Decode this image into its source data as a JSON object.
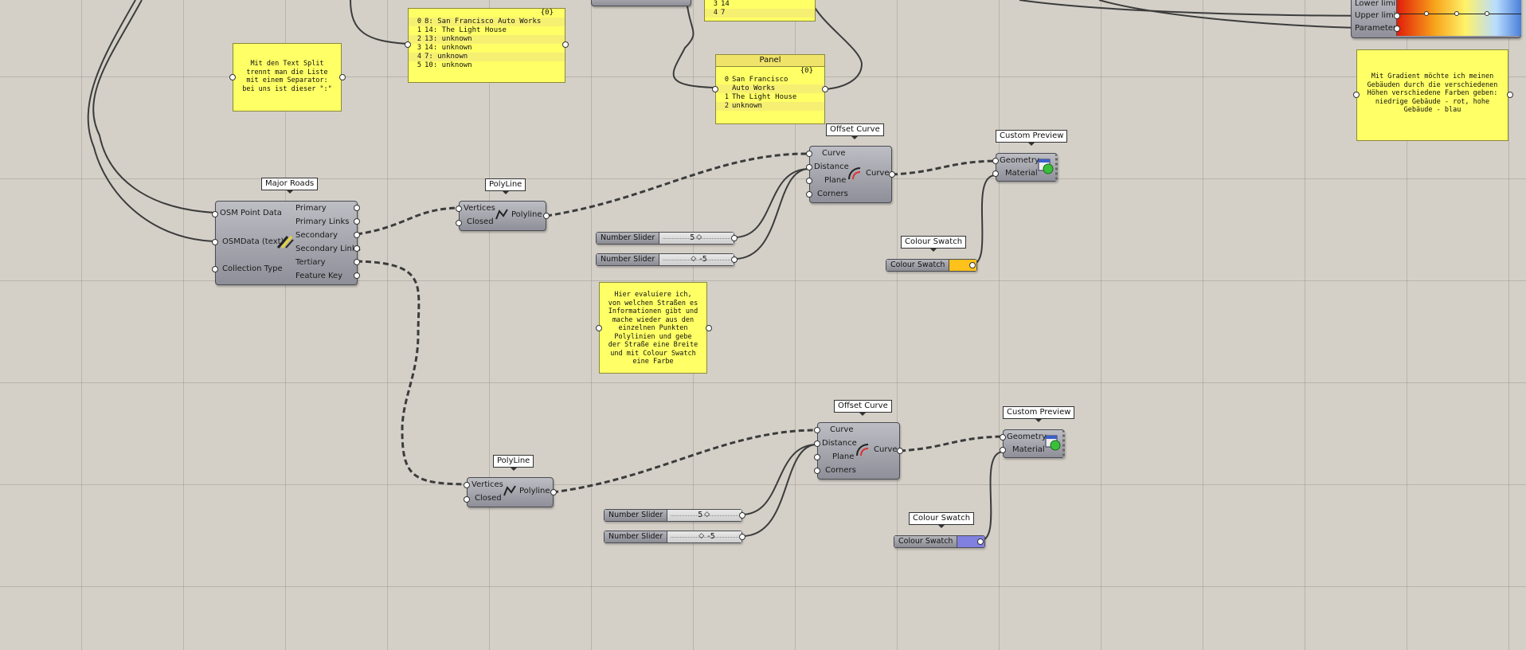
{
  "tags": {
    "major_roads": "Major Roads",
    "polyline_top": "PolyLine",
    "polyline_bottom": "PolyLine",
    "offset_top": "Offset Curve",
    "offset_bottom": "Offset Curve",
    "preview_top": "Custom Preview",
    "preview_bottom": "Custom Preview",
    "swatch_top": "Colour Swatch",
    "swatch_bottom": "Colour Swatch"
  },
  "major_roads": {
    "inputs": [
      "OSM Point Data",
      "OSMData (text)",
      "Collection Type"
    ],
    "outputs": [
      "Primary",
      "Primary Links",
      "Secondary",
      "Secondary Links",
      "Tertiary",
      "Feature Key"
    ]
  },
  "polyline": {
    "inputs": [
      "Vertices",
      "Closed"
    ],
    "output": "Polyline"
  },
  "offset": {
    "inputs": [
      "Curve",
      "Distance",
      "Plane",
      "Corners"
    ],
    "output": "Curve"
  },
  "preview": {
    "inputs": [
      "Geometry",
      "Material"
    ]
  },
  "sliders": {
    "label": "Number Slider",
    "top_a": "5",
    "top_b": "-5",
    "bottom_a": "5",
    "bottom_b": "-5"
  },
  "swatch": {
    "label": "Colour Swatch",
    "top_color": "#ffc21a",
    "bottom_color": "#8080e0"
  },
  "gradient": {
    "inputs": [
      "Lower limit",
      "Upper limit",
      "Parameter"
    ]
  },
  "panel_top": {
    "count": "{0}",
    "rows": [
      {
        "i": "0",
        "t": "8: San Francisco Auto Works"
      },
      {
        "i": "1",
        "t": "14: The Light House"
      },
      {
        "i": "2",
        "t": "13: unknown"
      },
      {
        "i": "3",
        "t": "14: unknown"
      },
      {
        "i": "4",
        "t": "7: unknown"
      },
      {
        "i": "5",
        "t": "10: unknown"
      }
    ]
  },
  "panel_cut": {
    "rows": [
      {
        "i": "3",
        "t": "14"
      },
      {
        "i": "4",
        "t": "7"
      }
    ]
  },
  "panel_mid": {
    "title": "Panel",
    "count": "{0}",
    "rows": [
      {
        "i": "0",
        "t": "San Francisco"
      },
      {
        "i": "",
        "t": "Auto Works"
      },
      {
        "i": "1",
        "t": "The Light House"
      },
      {
        "i": "2",
        "t": "unknown"
      }
    ]
  },
  "notes": {
    "split": "Mit den Text Split\ntrennt man die Liste\nmit einem Separator:\nbei uns ist dieser \":\"",
    "evaluate": "Hier evaluiere ich,\nvon welchen Straßen es\nInformationen gibt und\nmache wieder aus den\neinzelnen Punkten\nPolylinien und gebe\nder Straße eine Breite\nund mit Colour Swatch\neine Farbe",
    "gradient": "Mit Gradient möchte ich meinen\nGebäuden durch die verschiedenen\nHöhen verschiedene Farben geben:\nniedrige Gebäude - rot, hohe\nGebäude - blau"
  },
  "colors": {
    "wire": "#3c3c3c",
    "note": "#ffff66"
  }
}
